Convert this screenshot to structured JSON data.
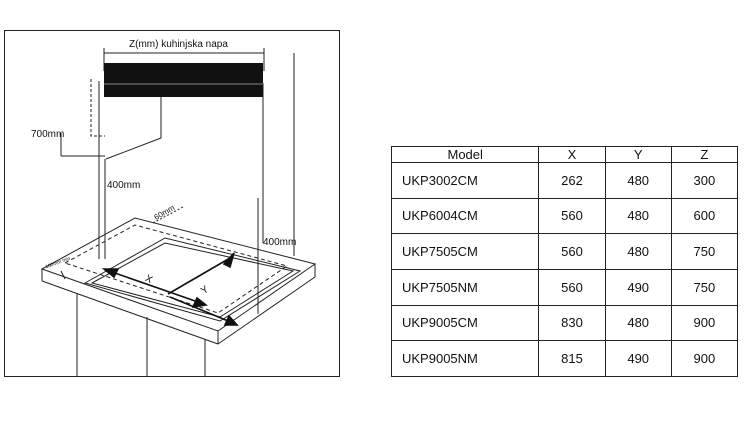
{
  "diagram": {
    "hood_label": "Z(mm) kuhinjska napa",
    "height_700": "700mm",
    "height_400_left": "400mm",
    "height_400_right": "400mm",
    "cutout_depth": "60mm",
    "small_dim": "100mm min",
    "axis_x": "X",
    "axis_y": "Y"
  },
  "table": {
    "headers": [
      "Model",
      "X",
      "Y",
      "Z"
    ],
    "rows": [
      [
        "UKP3002CM",
        "262",
        "480",
        "300"
      ],
      [
        "UKP6004CM",
        "560",
        "480",
        "600"
      ],
      [
        "UKP7505CM",
        "560",
        "480",
        "750"
      ],
      [
        "UKP7505NM",
        "560",
        "490",
        "750"
      ],
      [
        "UKP9005CM",
        "830",
        "480",
        "900"
      ],
      [
        "UKP9005NM",
        "815",
        "490",
        "900"
      ]
    ]
  }
}
